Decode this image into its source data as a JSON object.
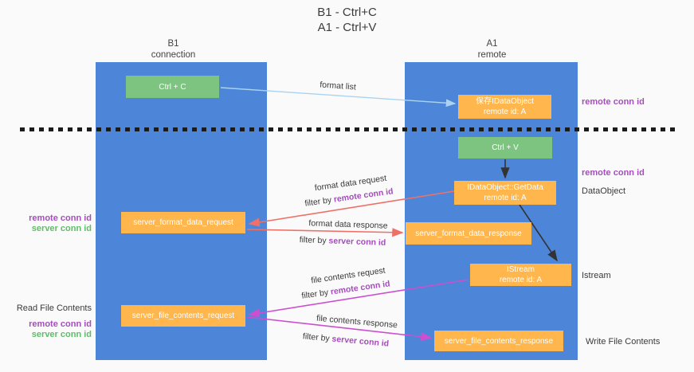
{
  "title": {
    "line1": "B1 - Ctrl+C",
    "line2": "A1 - Ctrl+V"
  },
  "columns": {
    "left": {
      "name": "B1",
      "role": "connection"
    },
    "right": {
      "name": "A1",
      "role": "remote"
    }
  },
  "nodes": {
    "ctrl_c": "Ctrl + C",
    "ctrl_v": "Ctrl + V",
    "save_idataobject": {
      "line1": "保存IDataObject",
      "line2": "remote id: A"
    },
    "getdata": {
      "line1": "IDataObject::GetData",
      "line2": "remote id: A"
    },
    "istream": {
      "line1": "IStream",
      "line2": "remote id: A"
    },
    "format_request": "server_format_data_request",
    "format_response": "server_format_data_response",
    "file_request": "server_file_contents_request",
    "file_response": "server_file_contents_response"
  },
  "edge_labels": {
    "format_list": "format list",
    "format_data_request": "format data request",
    "format_data_response": "format data response",
    "file_contents_request": "file contents request",
    "file_contents_response": "file contents response",
    "filter_by": "filter by ",
    "remote_conn_id": "remote conn id",
    "server_conn_id": "server conn id"
  },
  "side_labels": {
    "remote_conn_id": "remote conn id",
    "server_conn_id": "server conn id",
    "dataobject": "DataObject",
    "istream": "Istream",
    "read_file_contents": "Read File Contents",
    "write_file_contents": "Write File Contents"
  },
  "colors": {
    "column_blue": "#4d86d8",
    "box_green": "#7cc47f",
    "box_orange": "#feb64d",
    "arrow_salmon": "#ee7168",
    "arrow_magenta": "#cc4fd0",
    "arrow_lightblue": "#a9d3f0",
    "arrow_black": "#333333",
    "label_purple": "#a64dbd",
    "label_green": "#5fbd68"
  }
}
